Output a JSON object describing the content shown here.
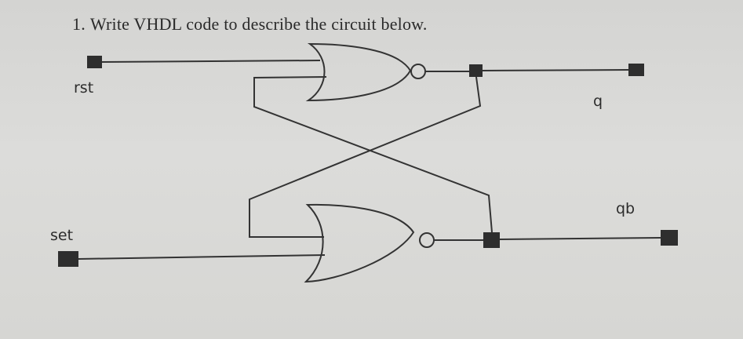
{
  "question": {
    "number": "1.",
    "text": "Write VHDL code to describe the circuit below."
  },
  "signals": {
    "rst": "rst",
    "set": "set",
    "q": "q",
    "qb": "qb"
  },
  "gates": [
    "NOR",
    "NOR"
  ],
  "colors": {
    "ink": "#333333",
    "paper": "#d8d8d6"
  }
}
